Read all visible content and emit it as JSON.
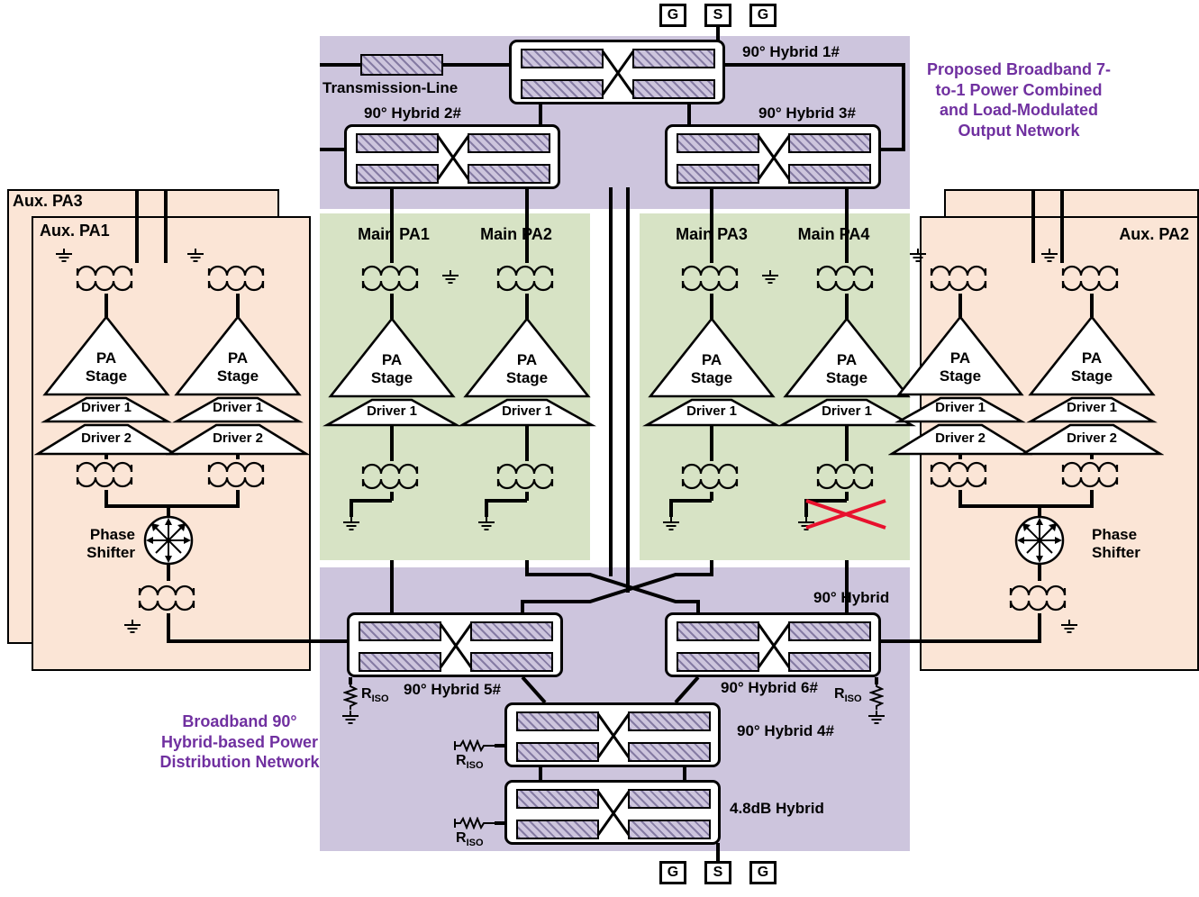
{
  "colors": {
    "lavender_box": "#cdc5dd",
    "green_box": "#d7e3c5",
    "cream_box": "#fbe5d6",
    "annotation_purple": "#7030a0",
    "fault_red": "#e8112d",
    "wire_black": "#000000"
  },
  "pads": {
    "top": [
      "G",
      "S",
      "G"
    ],
    "bottom": [
      "G",
      "S",
      "G"
    ]
  },
  "annotations": {
    "output_network": "Proposed Broadband 7-\nto-1 Power Combined\nand Load-Modulated\nOutput Network",
    "distribution_network": "Broadband 90°\nHybrid-based Power\nDistribution Network"
  },
  "top_network": {
    "transmission_line_label": "Transmission-Line",
    "hybrid1_label": "90° Hybrid 1#",
    "hybrid2_label": "90° Hybrid 2#",
    "hybrid3_label": "90° Hybrid 3#"
  },
  "bottom_network": {
    "hybrid_label": "90° Hybrid",
    "hybrid5_label": "90° Hybrid 5#",
    "hybrid6_label": "90° Hybrid 6#",
    "hybrid4_label": "90° Hybrid 4#",
    "hybrid48_label": "4.8dB Hybrid",
    "riso_base": "R",
    "riso_sub": "ISO"
  },
  "main_pas": {
    "pa1": "Main PA1",
    "pa2": "Main PA2",
    "pa3": "Main PA3",
    "pa4": "Main PA4"
  },
  "aux_pas": {
    "pa1": "Aux. PA1",
    "pa2": "Aux. PA2",
    "pa3": "Aux. PA3"
  },
  "amp": {
    "stage": "PA\nStage",
    "driver1": "Driver 1",
    "driver2": "Driver 2"
  },
  "phase_shifter_label": "Phase\nShifter"
}
